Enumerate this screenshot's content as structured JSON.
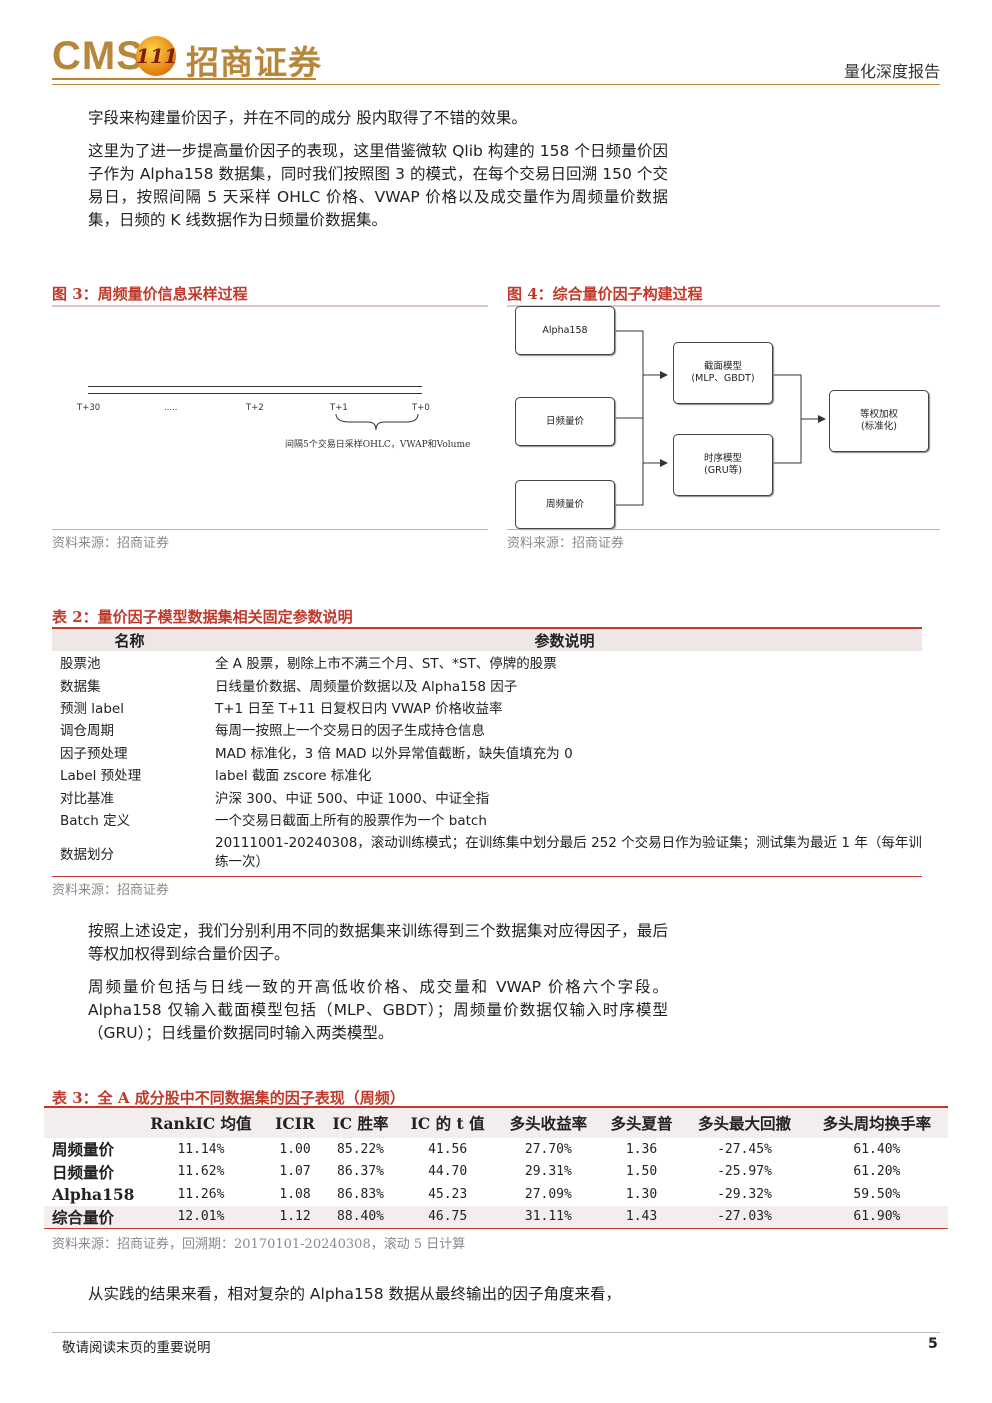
{
  "header": {
    "logo_text": "CMS",
    "logo_mark": "111",
    "logo_cn": "招商证券",
    "report_type": "量化深度报告"
  },
  "body": {
    "para1": "字段来构建量价因子，并在不同的成分 股内取得了不错的效果。",
    "para2": "这里为了进一步提高量价因子的表现，这里借鉴微软 Qlib 构建的 158 个日频量价因子作为 Alpha158 数据集，同时我们按照图 3 的模式，在每个交易日回溯 150 个交易日，按照间隔 5 天采样 OHLC 价格、VWAP 价格以及成交量作为周频量价数据集，日频的 K 线数据作为日频量价数据集。",
    "para3": "按照上述设定，我们分别利用不同的数据集来训练得到三个数据集对应得因子，最后等权加权得到综合量价因子。",
    "para4": "周频量价包括与日线一致的开高低收价格、成交量和 VWAP 价格六个字段。Alpha158 仅输入截面模型包括（MLP、GBDT）；周频量价数据仅输入时序模型（GRU）；日线量价数据同时输入两类模型。",
    "para5": "从实践的结果来看，相对复杂的 Alpha158 数据从最终输出的因子角度来看，"
  },
  "figure3": {
    "title": "图 3：周频量价信息采样过程",
    "ticks": [
      "T+30",
      ".....",
      "T+2",
      "T+1",
      "T+0"
    ],
    "annotation": "间隔5个交易日采样OHLC，VWAP和Volume",
    "source": "资料来源：招商证券"
  },
  "figure4": {
    "title": "图 4：综合量价因子构建过程",
    "input1": "Alpha158",
    "input2": "日频量价",
    "input3": "周频量价",
    "model1_line1": "截面模型",
    "model1_line2": "(MLP、GBDT)",
    "model2_line1": "时序模型",
    "model2_line2": "(GRU等)",
    "output_line1": "等权加权",
    "output_line2": "(标准化)",
    "source": "资料来源：招商证券"
  },
  "table2": {
    "title": "表 2：量价因子模型数据集相关固定参数说明",
    "headers": [
      "名称",
      "参数说明"
    ],
    "rows": [
      [
        "股票池",
        "全 A 股票，剔除上市不满三个月、ST、*ST、停牌的股票"
      ],
      [
        "数据集",
        "日线量价数据、周频量价数据以及 Alpha158 因子"
      ],
      [
        "预测 label",
        "T+1 日至 T+11 日复权日内 VWAP 价格收益率"
      ],
      [
        "调仓周期",
        "每周一按照上一个交易日的因子生成持仓信息"
      ],
      [
        "因子预处理",
        "MAD 标准化，3 倍 MAD 以外异常值截断，缺失值填充为 0"
      ],
      [
        "Label 预处理",
        "label 截面 zscore 标准化"
      ],
      [
        "对比基准",
        "沪深 300、中证 500、中证 1000、中证全指"
      ],
      [
        "Batch 定义",
        "一个交易日截面上所有的股票作为一个 batch"
      ],
      [
        "数据划分",
        "20111001-20240308，滚动训练模式；在训练集中划分最后 252 个交易日作为验证集；测试集为最近 1 年（每年训练一次）"
      ]
    ],
    "source": "资料来源：招商证券"
  },
  "table3": {
    "title": "表 3：全 A 成分股中不同数据集的因子表现（周频）",
    "headers": [
      "",
      "RankIC 均值",
      "ICIR",
      "IC 胜率",
      "IC 的 t 值",
      "多头收益率",
      "多头夏普",
      "多头最大回撤",
      "多头周均换手率"
    ],
    "rows": [
      [
        "周频量价",
        "11.14%",
        "1.00",
        "85.22%",
        "41.56",
        "27.70%",
        "1.36",
        "-27.45%",
        "61.40%"
      ],
      [
        "日频量价",
        "11.62%",
        "1.07",
        "86.37%",
        "44.70",
        "29.31%",
        "1.50",
        "-25.97%",
        "61.20%"
      ],
      [
        "Alpha158",
        "11.26%",
        "1.08",
        "86.83%",
        "45.23",
        "27.09%",
        "1.30",
        "-29.32%",
        "59.50%"
      ],
      [
        "综合量价",
        "12.01%",
        "1.12",
        "88.40%",
        "46.75",
        "31.11%",
        "1.43",
        "-27.03%",
        "61.90%"
      ]
    ],
    "source": "资料来源：招商证券，回溯期：20170101-20240308，滚动 5 日计算"
  },
  "footer": {
    "notice": "敬请阅读末页的重要说明",
    "page": "5"
  },
  "colors": {
    "accent": "#c0392b",
    "brand": "#b8863b"
  }
}
